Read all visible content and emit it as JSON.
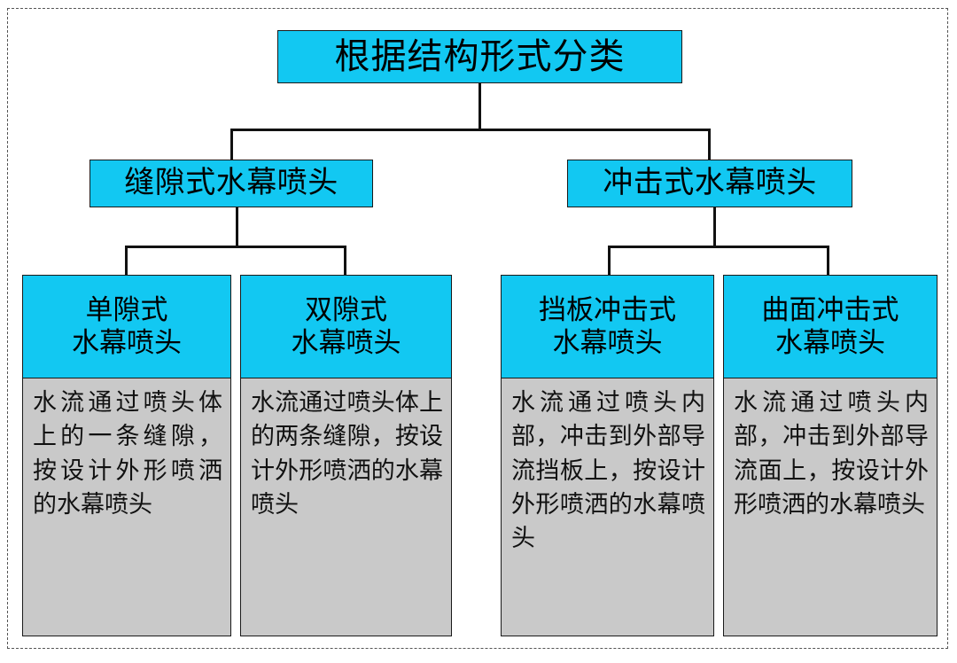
{
  "diagram": {
    "title": "根据结构形式分类",
    "frame_style": "dashed",
    "colors": {
      "node_fill": "#12c8f2",
      "body_fill": "#c9c9c9",
      "line": "#111111",
      "frame": "#555555",
      "text": "#000000"
    },
    "root": {
      "label": "根据结构形式分类"
    },
    "level2": [
      {
        "id": "gap-type",
        "label": "缝隙式水幕喷头"
      },
      {
        "id": "impact-type",
        "label": "冲击式水幕喷头"
      }
    ],
    "leaves": [
      {
        "id": "single-gap",
        "parent": "gap-type",
        "header": "单隙式\n水幕喷头",
        "body": "水流通过喷头体上的一条缝隙，按设计外形喷洒的水幕喷头"
      },
      {
        "id": "double-gap",
        "parent": "gap-type",
        "header": "双隙式\n水幕喷头",
        "body": "水流通过喷头体上的两条缝隙，按设计外形喷洒的水幕喷头"
      },
      {
        "id": "baffle-impact",
        "parent": "impact-type",
        "header": "挡板冲击式\n水幕喷头",
        "body": "水流通过喷头内部，冲击到外部导流挡板上，按设计外形喷洒的水幕喷头"
      },
      {
        "id": "curved-impact",
        "parent": "impact-type",
        "header": "曲面冲击式\n水幕喷头",
        "body": "水流通过喷头内部，冲击到外部导流面上，按设计外形喷洒的水幕喷头"
      }
    ]
  }
}
